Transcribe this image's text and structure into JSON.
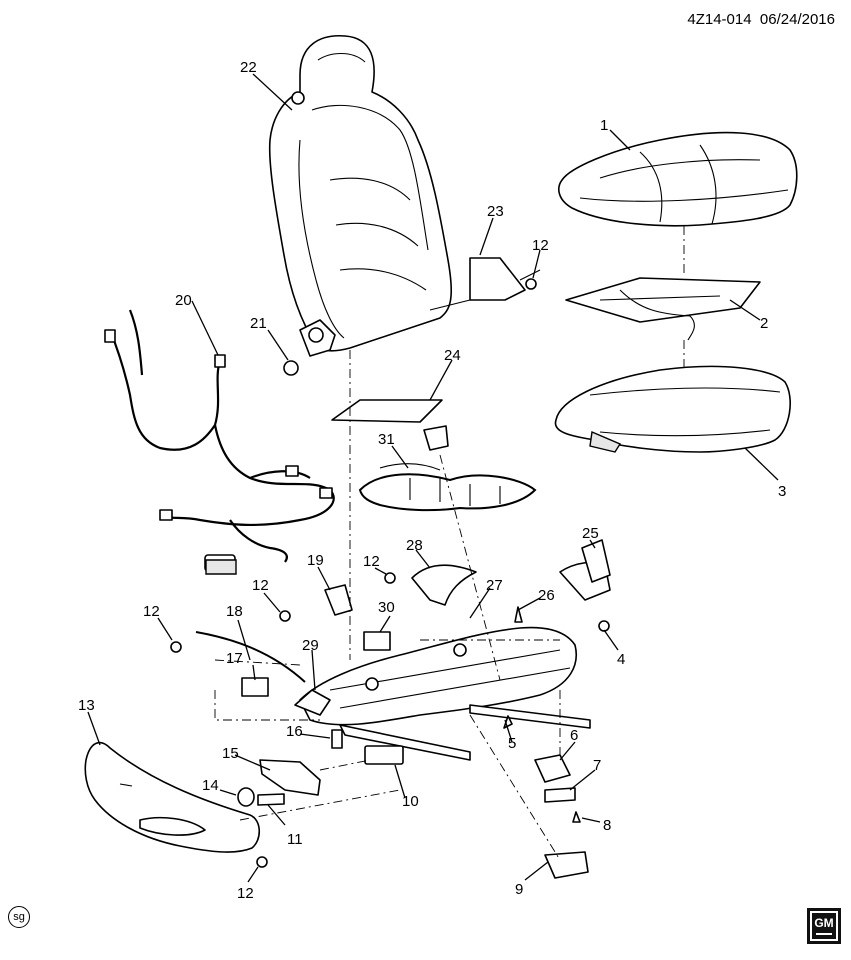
{
  "header": {
    "code": "4Z14-014",
    "date": "06/24/2016"
  },
  "footer": {
    "sg_mark": "sg",
    "gm_logo": "GM"
  },
  "callouts": [
    "1",
    "2",
    "3",
    "5",
    "6",
    "7",
    "8",
    "9",
    "10",
    "11",
    "12",
    "13",
    "14",
    "15",
    "16",
    "17",
    "18",
    "19",
    "20",
    "21",
    "22",
    "23",
    "24",
    "25",
    "26",
    "27",
    "28",
    "29",
    "30",
    "31",
    "4"
  ]
}
